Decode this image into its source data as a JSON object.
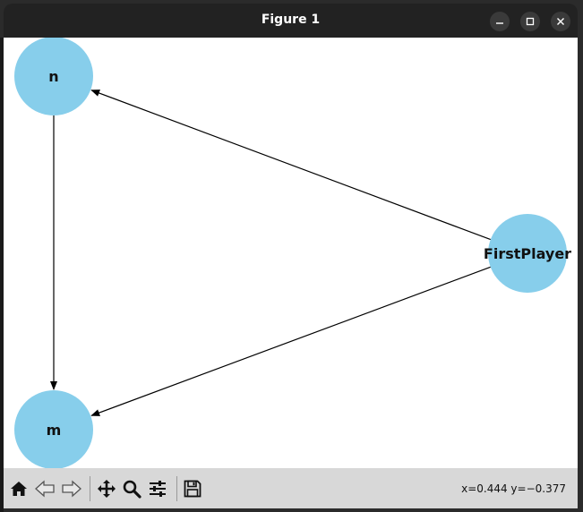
{
  "window": {
    "title": "Figure 1",
    "minimize_label": "minimize",
    "maximize_label": "maximize",
    "close_label": "close"
  },
  "graph": {
    "node_color": "#87ceeb",
    "nodes": [
      {
        "id": "n",
        "label": "n"
      },
      {
        "id": "m",
        "label": "m"
      },
      {
        "id": "FirstPlayer",
        "label": "FirstPlayer"
      }
    ],
    "edges": [
      {
        "from": "FirstPlayer",
        "to": "n"
      },
      {
        "from": "FirstPlayer",
        "to": "m"
      },
      {
        "from": "n",
        "to": "m"
      }
    ]
  },
  "toolbar": {
    "tools": [
      {
        "name": "home-icon"
      },
      {
        "name": "back-icon"
      },
      {
        "name": "forward-icon"
      },
      {
        "name": "pan-icon"
      },
      {
        "name": "zoom-icon"
      },
      {
        "name": "configure-subplots-icon"
      },
      {
        "name": "save-icon"
      }
    ],
    "coords": "x=0.444 y=−0.377"
  }
}
